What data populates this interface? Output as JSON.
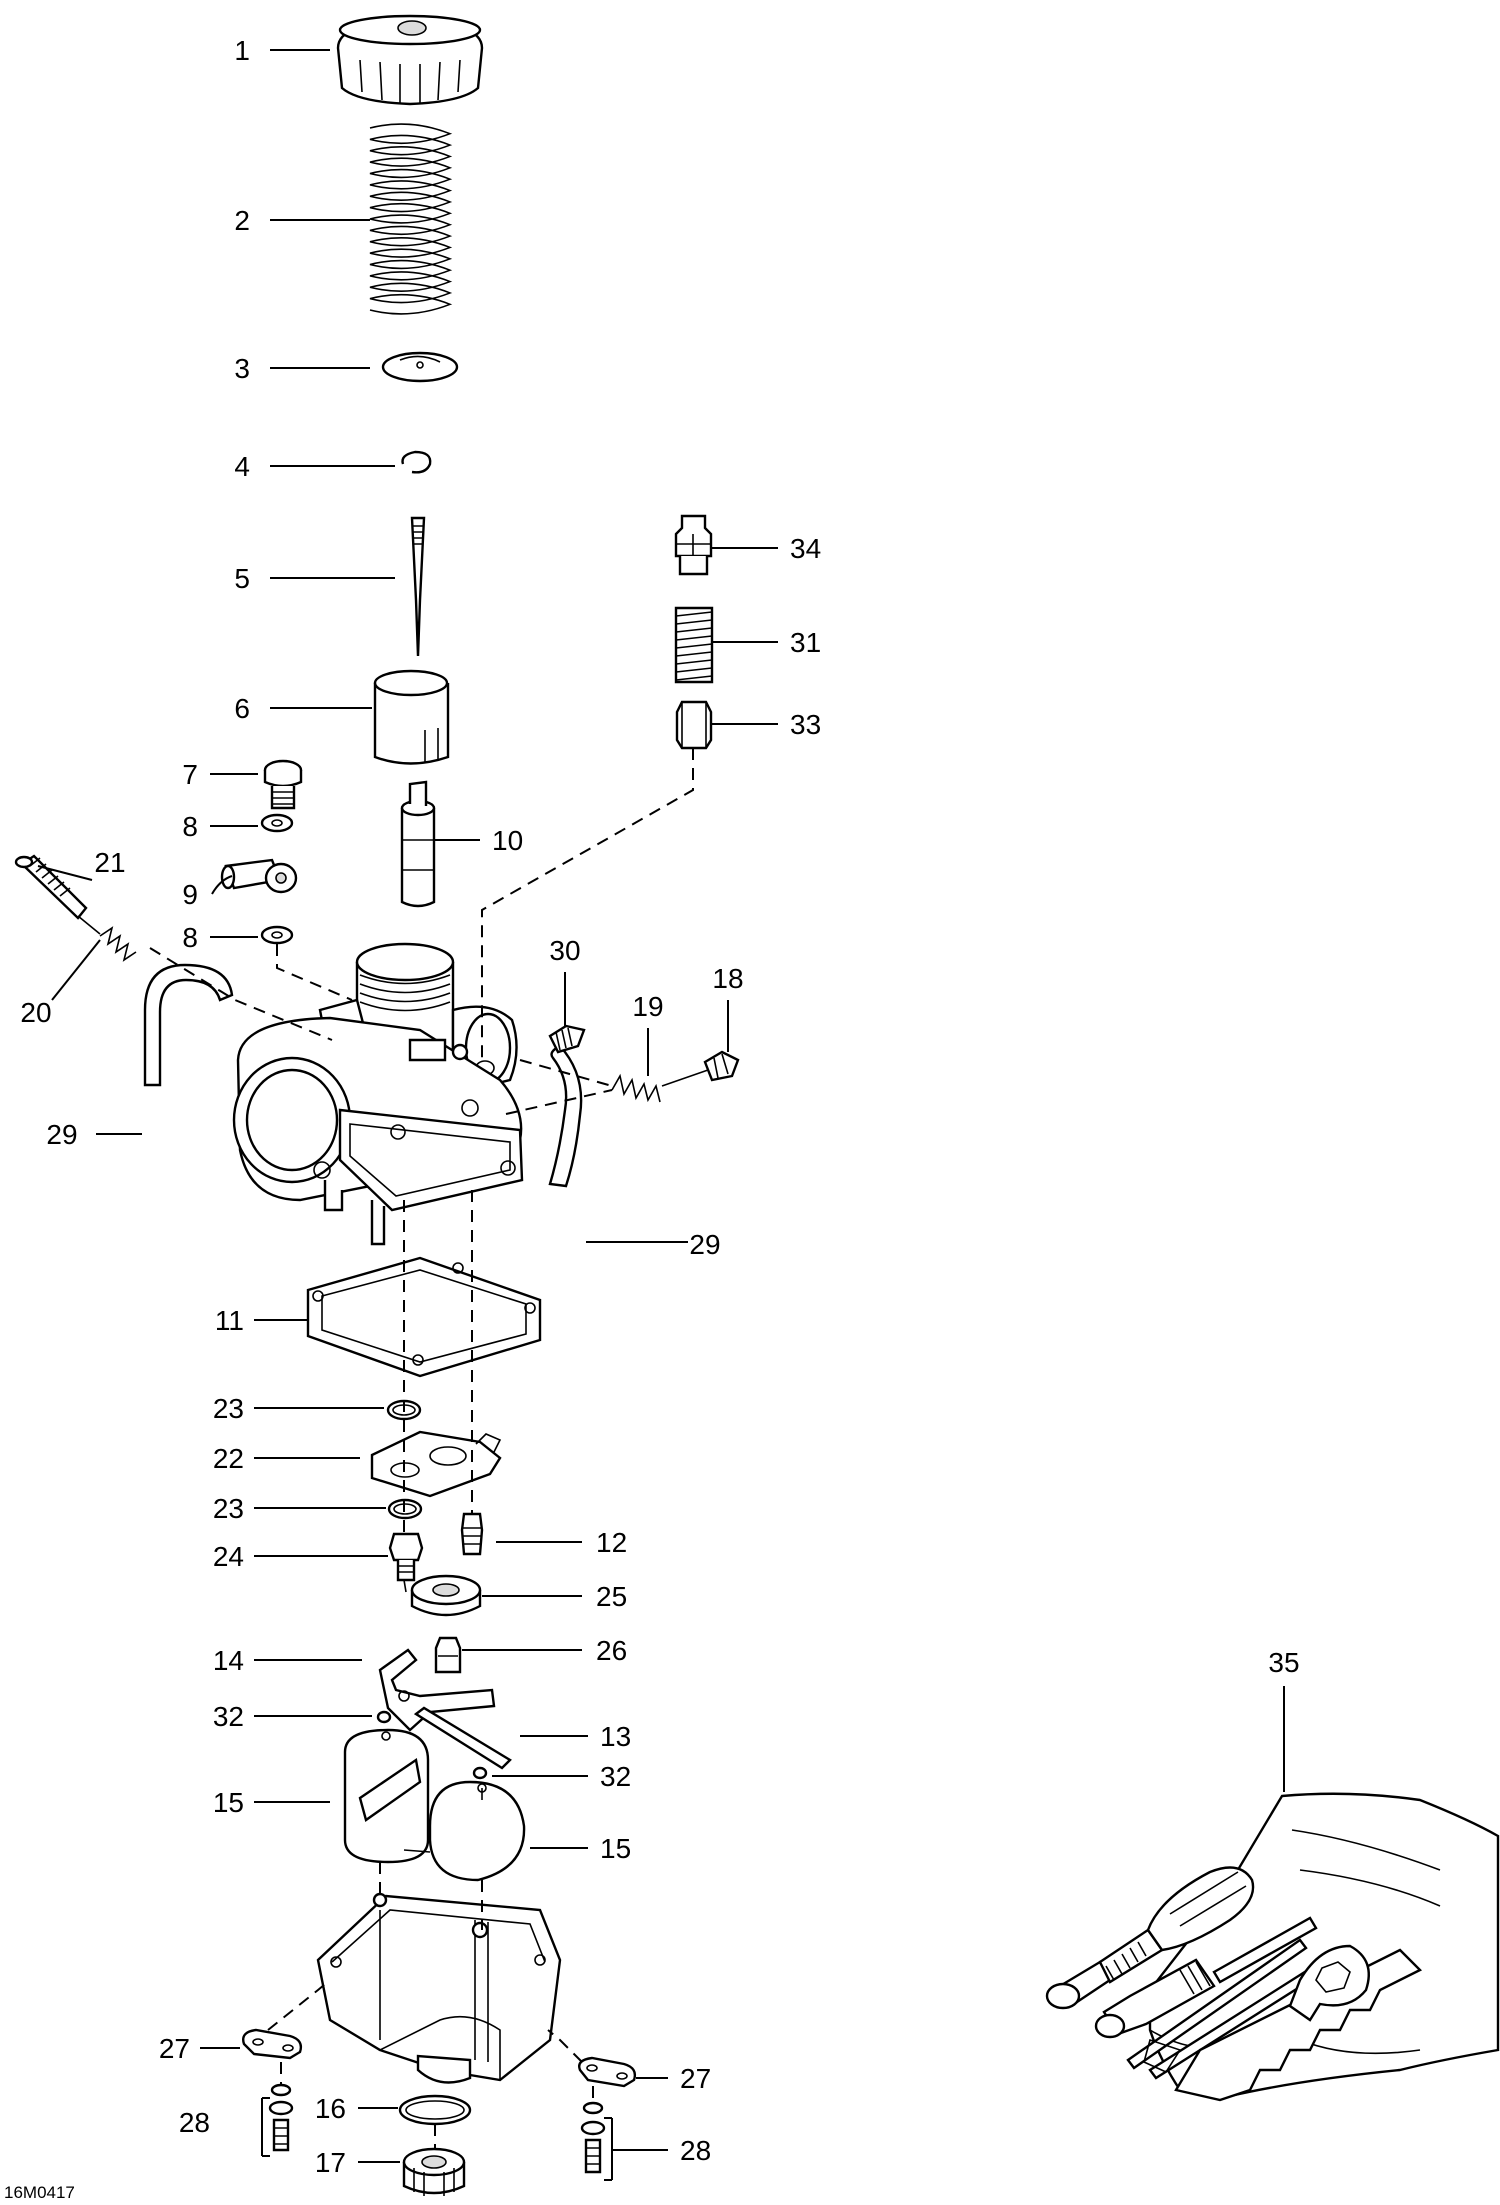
{
  "diagram": {
    "drawing_code": "16M0417",
    "callouts": [
      {
        "id": "c1",
        "label": "1"
      },
      {
        "id": "c2",
        "label": "2"
      },
      {
        "id": "c3",
        "label": "3"
      },
      {
        "id": "c4",
        "label": "4"
      },
      {
        "id": "c5",
        "label": "5"
      },
      {
        "id": "c6",
        "label": "6"
      },
      {
        "id": "c7",
        "label": "7"
      },
      {
        "id": "c8a",
        "label": "8"
      },
      {
        "id": "c9",
        "label": "9"
      },
      {
        "id": "c8b",
        "label": "8"
      },
      {
        "id": "c10",
        "label": "10"
      },
      {
        "id": "c21",
        "label": "21"
      },
      {
        "id": "c20",
        "label": "20"
      },
      {
        "id": "c29a",
        "label": "29"
      },
      {
        "id": "c34",
        "label": "34"
      },
      {
        "id": "c31",
        "label": "31"
      },
      {
        "id": "c33",
        "label": "33"
      },
      {
        "id": "c30",
        "label": "30"
      },
      {
        "id": "c19",
        "label": "19"
      },
      {
        "id": "c18",
        "label": "18"
      },
      {
        "id": "c29b",
        "label": "29"
      },
      {
        "id": "c11",
        "label": "11"
      },
      {
        "id": "c23a",
        "label": "23"
      },
      {
        "id": "c22",
        "label": "22"
      },
      {
        "id": "c23b",
        "label": "23"
      },
      {
        "id": "c24",
        "label": "24"
      },
      {
        "id": "c12",
        "label": "12"
      },
      {
        "id": "c25",
        "label": "25"
      },
      {
        "id": "c14",
        "label": "14"
      },
      {
        "id": "c26",
        "label": "26"
      },
      {
        "id": "c32a",
        "label": "32"
      },
      {
        "id": "c13",
        "label": "13"
      },
      {
        "id": "c32b",
        "label": "32"
      },
      {
        "id": "c15a",
        "label": "15"
      },
      {
        "id": "c15b",
        "label": "15"
      },
      {
        "id": "c27a",
        "label": "27"
      },
      {
        "id": "c27b",
        "label": "27"
      },
      {
        "id": "c16",
        "label": "16"
      },
      {
        "id": "c28a",
        "label": "28"
      },
      {
        "id": "c28b",
        "label": "28"
      },
      {
        "id": "c17",
        "label": "17"
      },
      {
        "id": "c35",
        "label": "35"
      }
    ]
  }
}
